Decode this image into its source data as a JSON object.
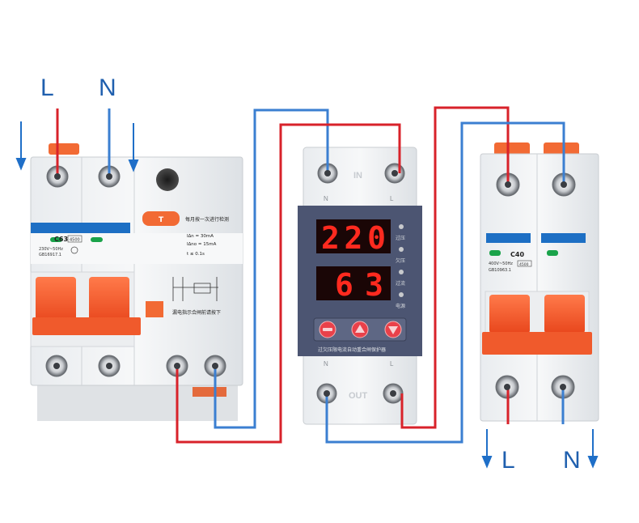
{
  "labels": {
    "input_L": "L",
    "input_N": "N",
    "output_L": "L",
    "output_N": "N"
  },
  "rcbo": {
    "model": "C63",
    "rating_code": "4500",
    "voltage": "230V~50Hz",
    "standard": "GB16917.1",
    "test_note": "每月按一次进行检测",
    "spec_1": "I∆n = 30mA",
    "spec_2": "I∆no = 15mA",
    "spec_3": "t ≤ 0.1s",
    "trip_note": "漏电指示合闸前请按下"
  },
  "protector": {
    "in_label": "IN",
    "out_label": "OUT",
    "top_terminal_n": "N",
    "top_terminal_l": "L",
    "bottom_terminal_n": "N",
    "bottom_terminal_l": "L",
    "voltage_reading": "220",
    "current_reading": "63",
    "ind_1": "过压",
    "ind_2": "欠压",
    "ind_3": "过流",
    "ind_4": "电源",
    "caption": "过欠压限电流自动重合闸保护器"
  },
  "mcb": {
    "model": "C40",
    "rating_code": "4500",
    "voltage": "400V~50Hz",
    "standard": "GB10963.1"
  },
  "colors": {
    "live": "#d8222a",
    "neutral": "#3b7fd1",
    "label": "#1f5fae",
    "handle": "#f4592d",
    "band": "#1d6fc4",
    "display_red": "#ff2a1f",
    "panel": "#4c5572"
  }
}
